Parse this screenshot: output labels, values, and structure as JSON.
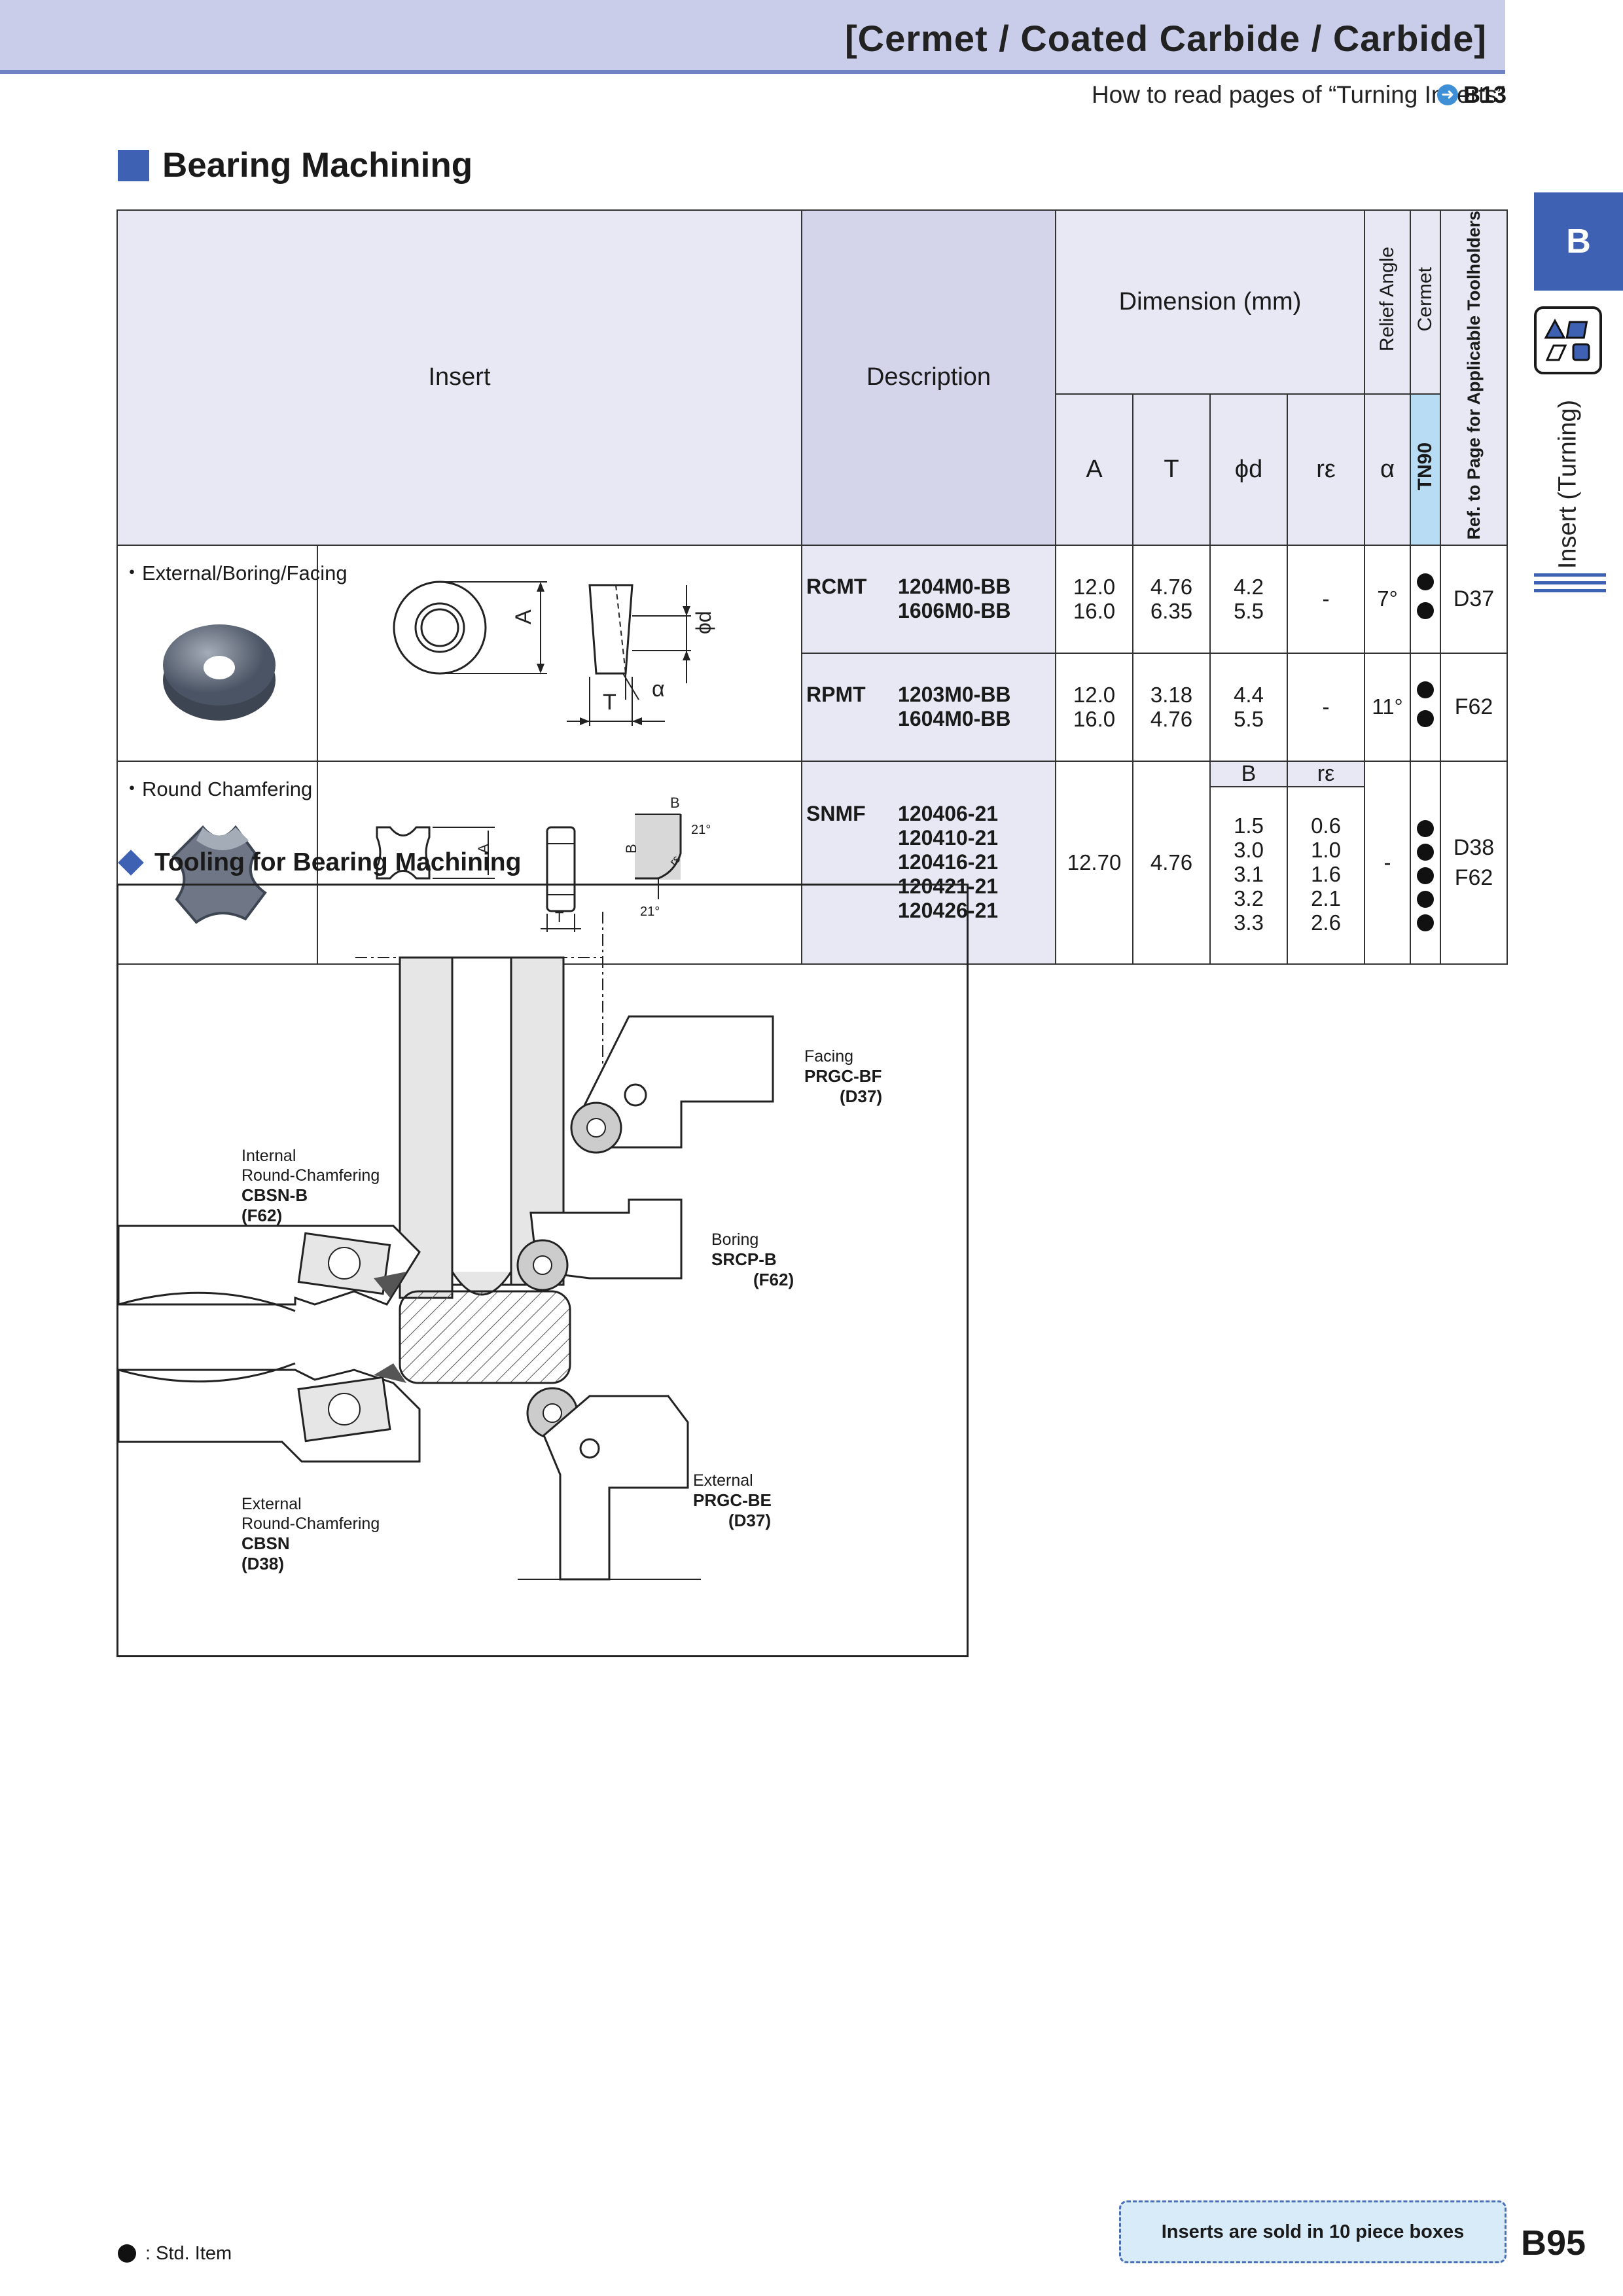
{
  "header": {
    "title": "[Cermet / Coated Carbide / Carbide]",
    "howto": "How to read pages of “Turning Inserts”",
    "howto_ref": "B13"
  },
  "section": {
    "title": "Bearing Machining"
  },
  "side": {
    "tab": "B",
    "label": "Insert (Turning)"
  },
  "table": {
    "headers": {
      "insert": "Insert",
      "description": "Description",
      "dimension": "Dimension (mm)",
      "A": "A",
      "T": "T",
      "phid": "ϕd",
      "re": "rε",
      "alpha": "α",
      "relief": "Relief Angle",
      "cermet": "Cermet",
      "tn90": "TN90",
      "ref": "Ref. to Page for Applicable Toolholders"
    },
    "group1": {
      "label": "・External/Boring/Facing",
      "rows": [
        {
          "series": "RCMT",
          "codes": [
            "1204M0-BB",
            "1606M0-BB"
          ],
          "A": [
            "12.0",
            "16.0"
          ],
          "T": [
            "4.76",
            "6.35"
          ],
          "phid": [
            "4.2",
            "5.5"
          ],
          "re": "-",
          "alpha": "7°",
          "ref": "D37"
        },
        {
          "series": "RPMT",
          "codes": [
            "1203M0-BB",
            "1604M0-BB"
          ],
          "A": [
            "12.0",
            "16.0"
          ],
          "T": [
            "3.18",
            "4.76"
          ],
          "phid": [
            "4.4",
            "5.5"
          ],
          "re": "-",
          "alpha": "11°",
          "ref": "F62"
        }
      ]
    },
    "group2": {
      "label": "・Round Chamfering",
      "series": "SNMF",
      "codes": [
        "120406-21",
        "120410-21",
        "120416-21",
        "120421-21",
        "120426-21"
      ],
      "A": "12.70",
      "T": "4.76",
      "B_head": "B",
      "re_head": "rε",
      "B": [
        "1.5",
        "3.0",
        "3.1",
        "3.2",
        "3.3"
      ],
      "re": [
        "0.6",
        "1.0",
        "1.6",
        "2.1",
        "2.6"
      ],
      "alpha": "-",
      "ref": [
        "D38",
        "F62"
      ]
    }
  },
  "drawing_labels": {
    "A": "A",
    "T": "T",
    "phid": "ϕd",
    "alpha": "α",
    "B": "B",
    "angle": "21°",
    "re": "rε"
  },
  "tooling": {
    "title": "Tooling for Bearing Machining",
    "facing": {
      "l1": "Facing",
      "name": "PRGC-BF",
      "ref": "(D37)"
    },
    "boring": {
      "l1": "Boring",
      "name": "SRCP-B",
      "ref": "(F62)"
    },
    "internal": {
      "l1": "Internal",
      "l2": "Round-Chamfering",
      "name": "CBSN-B",
      "ref": "(F62)"
    },
    "external_rc": {
      "l1": "External",
      "l2": "Round-Chamfering",
      "name": "CBSN",
      "ref": "(D38)"
    },
    "external": {
      "l1": "External",
      "name": "PRGC-BE",
      "ref": "(D37)"
    }
  },
  "footer": {
    "legend": ": Std. Item",
    "sold": "Inserts are sold in 10 piece boxes",
    "page": "B95"
  },
  "colors": {
    "accent": "#3e61b4",
    "banner": "#c9cdea",
    "header_bg": "#e8e8f5",
    "tn90": "#b8dcf4"
  }
}
